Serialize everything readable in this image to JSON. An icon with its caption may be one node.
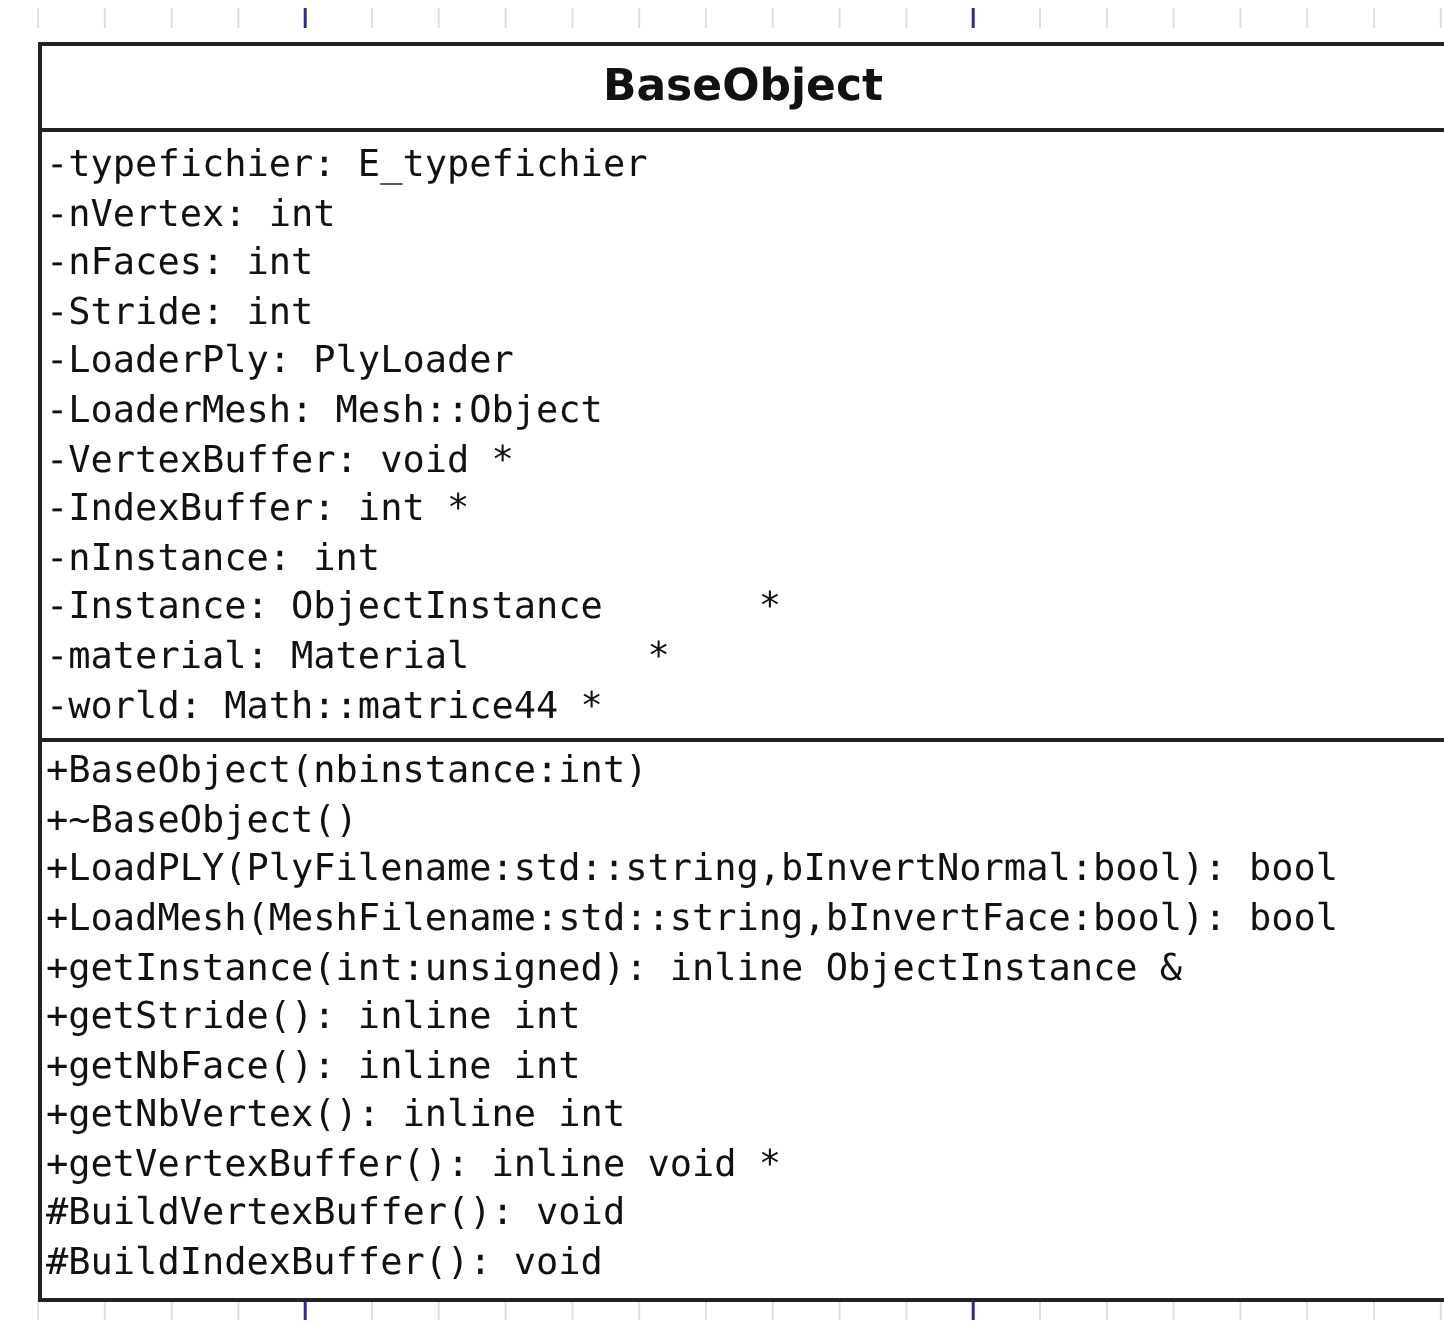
{
  "diagram": {
    "nodes": [
      {
        "text": [
          "BaseObject"
        ]
      },
      {
        "text": [
          "-typefichier: E_typefichier",
          "-nVertex: int",
          "-nFaces: int",
          "-Stride: int",
          "-LoaderPly: PlyLoader",
          "-LoaderMesh: Mesh::Object",
          "-VertexBuffer: void *",
          "-IndexBuffer: int *",
          "-nInstance: int",
          "-Instance: ObjectInstance       *",
          "-material: Material        *",
          "-world: Math::matrice44 *"
        ],
        "in": 0
      },
      {
        "text": [
          "+BaseObject(nbinstance:int)",
          "+~BaseObject()",
          "+LoadPLY(PlyFilename:std::string,bInvertNormal:bool): bool",
          "+LoadMesh(MeshFilename:std::string,bInvertFace:bool): bool",
          "+getInstance(int:unsigned): inline ObjectInstance &",
          "+getStride(): inline int",
          "+getNbFace(): inline int",
          "+getNbVertex(): inline int",
          "+getVertexBuffer(): inline void *",
          "#BuildVertexBuffer(): void",
          "#BuildIndexBuffer(): void"
        ],
        "in": 0
      }
    ]
  }
}
